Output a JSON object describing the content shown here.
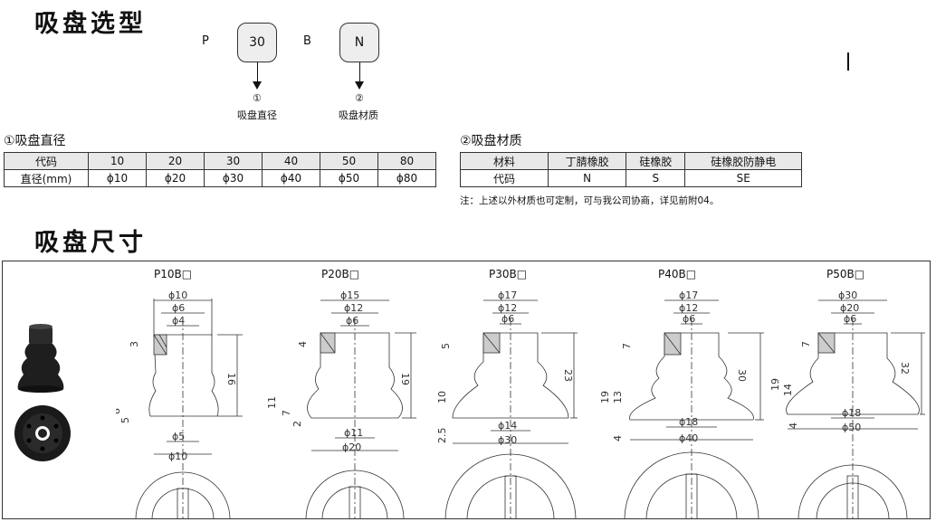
{
  "headings": {
    "selection": "吸盘选型",
    "dimensions": "吸盘尺寸"
  },
  "code": {
    "prefix": "P",
    "size_value": "30",
    "material_letter": "B",
    "material_value": "N",
    "label1_num": "①",
    "label1": "吸盘直径",
    "label2_num": "②",
    "label2": "吸盘材质"
  },
  "diameter_table": {
    "title": "①吸盘直径",
    "rows": [
      [
        "代码",
        "10",
        "20",
        "30",
        "40",
        "50",
        "80"
      ],
      [
        "直径(mm)",
        "ϕ10",
        "ϕ20",
        "ϕ30",
        "ϕ40",
        "ϕ50",
        "ϕ80"
      ]
    ]
  },
  "material_table": {
    "title": "②吸盘材质",
    "rows": [
      [
        "材料",
        "丁腈橡胶",
        "硅橡胶",
        "硅橡胶防静电"
      ],
      [
        "代码",
        "N",
        "S",
        "SE"
      ]
    ],
    "note": "注：上述以外材质也可定制，可与我公司协商，详见前附04。"
  },
  "drawings": [
    {
      "model": "P10B□",
      "top": [
        "ϕ10",
        "ϕ6",
        "ϕ4"
      ],
      "bottom": [
        "ϕ5",
        "ϕ10"
      ],
      "left": [
        "3",
        "8",
        "5"
      ],
      "right": "16"
    },
    {
      "model": "P20B□",
      "top": [
        "ϕ15",
        "ϕ12",
        "ϕ6"
      ],
      "bottom": [
        "ϕ11",
        "ϕ20"
      ],
      "left": [
        "4",
        "11",
        "7",
        "2"
      ],
      "right": "19"
    },
    {
      "model": "P30B□",
      "top": [
        "ϕ17",
        "ϕ12",
        "ϕ6"
      ],
      "bottom": [
        "ϕ14",
        "ϕ30"
      ],
      "left": [
        "5",
        "10",
        "2.5"
      ],
      "right": "23"
    },
    {
      "model": "P40B□",
      "top": [
        "ϕ17",
        "ϕ12",
        "ϕ6"
      ],
      "bottom": [
        "ϕ18",
        "ϕ40"
      ],
      "left": [
        "7",
        "19",
        "13",
        "4"
      ],
      "right": "30"
    },
    {
      "model": "P50B□",
      "top": [
        "ϕ30",
        "ϕ20",
        "ϕ6"
      ],
      "bottom": [
        "ϕ18",
        "ϕ50"
      ],
      "left": [
        "7",
        "19",
        "14",
        "4"
      ],
      "right": "32"
    }
  ]
}
